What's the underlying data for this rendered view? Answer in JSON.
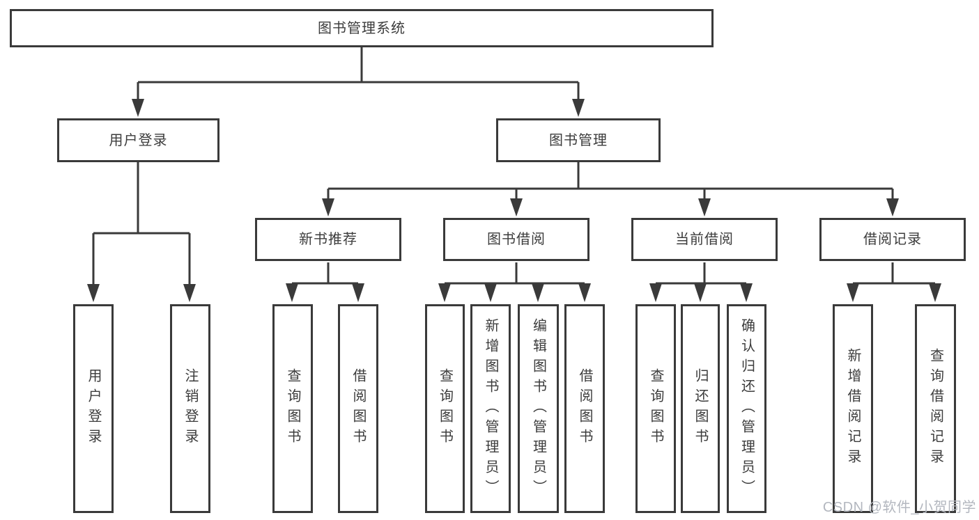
{
  "diagram": {
    "root": {
      "label": "图书管理系统"
    },
    "branches": [
      {
        "label": "用户登录",
        "children": [
          {
            "label": "用户登录"
          },
          {
            "label": "注销登录"
          }
        ]
      },
      {
        "label": "图书管理",
        "children": [
          {
            "label": "新书推荐",
            "children": [
              {
                "label": "查询图书"
              },
              {
                "label": "借阅图书"
              }
            ]
          },
          {
            "label": "图书借阅",
            "children": [
              {
                "label": "查询图书"
              },
              {
                "label": "新增图书（管理员）"
              },
              {
                "label": "编辑图书（管理员）"
              },
              {
                "label": "借阅图书"
              }
            ]
          },
          {
            "label": "当前借阅",
            "children": [
              {
                "label": "查询图书"
              },
              {
                "label": "归还图书"
              },
              {
                "label": "确认归还（管理员）"
              }
            ]
          },
          {
            "label": "借阅记录",
            "children": [
              {
                "label": "新增借阅记录"
              },
              {
                "label": "查询借阅记录"
              }
            ]
          }
        ]
      }
    ]
  },
  "watermark": {
    "text": "CSDN @软件_小贺同学"
  },
  "colors": {
    "line": "#3a3a3a",
    "text": "#3c3c3c",
    "watermark": "#b3b7bf",
    "background": "#ffffff"
  }
}
